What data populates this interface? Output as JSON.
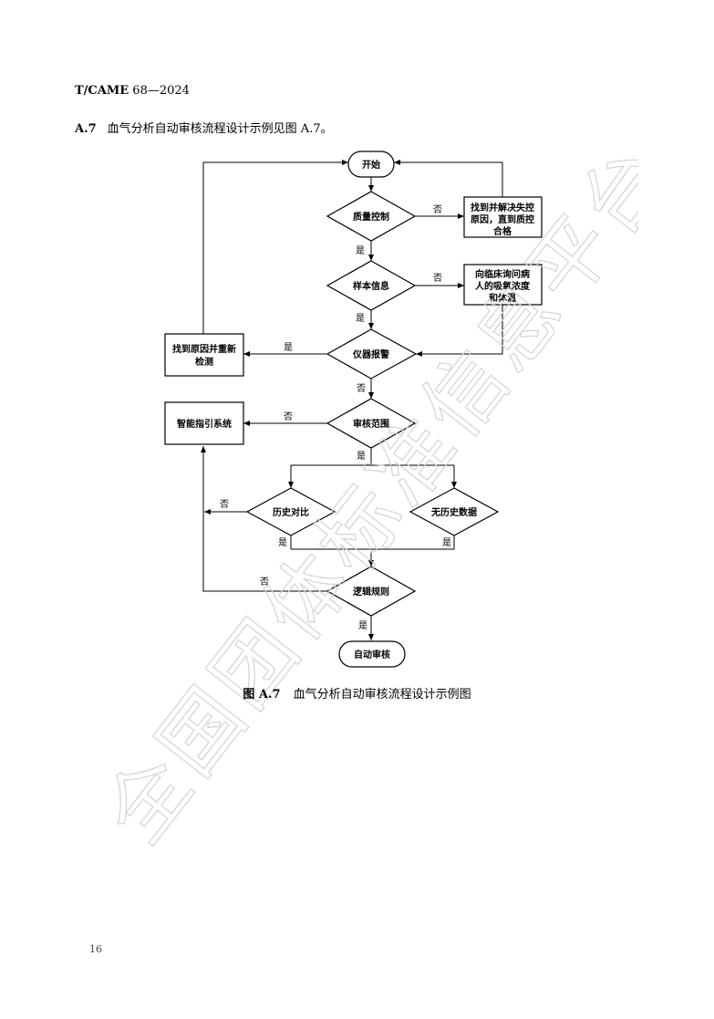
{
  "header": {
    "standard": "T/CAME",
    "number": "68—2024"
  },
  "intro": {
    "num": "A.7",
    "text": "血气分析自动审核流程设计示例见图 A.7。"
  },
  "flow": {
    "start": "开始",
    "qc": "质量控制",
    "qc_fix": [
      "找到并解决失控",
      "原因，直到质控",
      "合格"
    ],
    "sample": "样本信息",
    "ask": [
      "向临床询问病",
      "人的吸氧浓度",
      "和体温"
    ],
    "alarm": "仪器报警",
    "recheck": [
      "找到原因并重新",
      "检测"
    ],
    "range": "审核范围",
    "smart": "智能指引系统",
    "history": "历史对比",
    "nohistory": "无历史数据",
    "logic": "逻辑规则",
    "auto": "自动审核",
    "yes": "是",
    "no": "否"
  },
  "caption": {
    "num": "图 A.7",
    "text": "血气分析自动审核流程设计示例图"
  },
  "page_number": "16",
  "watermark": "全国团体标准信息平台"
}
